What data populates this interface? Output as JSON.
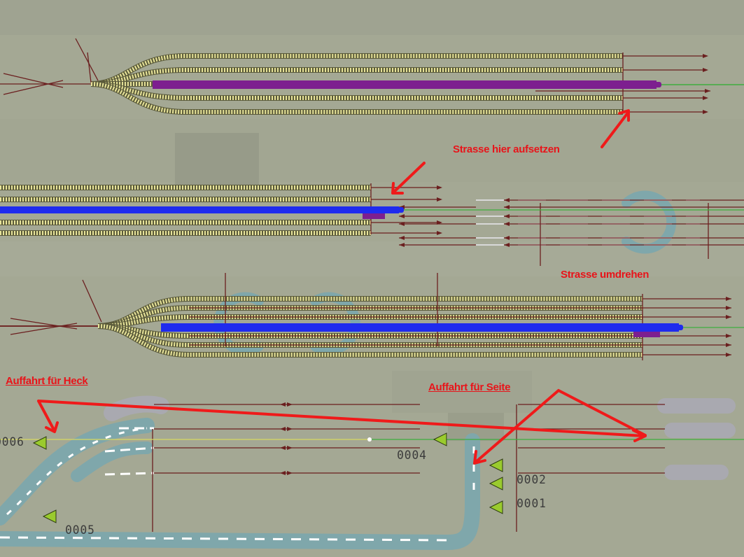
{
  "annotations": {
    "place_road": "Strasse hier aufsetzen",
    "flip_road": "Strasse umdrehen",
    "ramp_rear": "Auffahrt für Heck",
    "ramp_side": "Auffahrt für Seite"
  },
  "markers": [
    "0006",
    "0004",
    "0005",
    "0002",
    "0001"
  ],
  "colors": {
    "background": "#a4a894",
    "track": "#e8e49a",
    "purple_vehicle": "#7d1f8f",
    "blue_vehicle": "#1f2bee",
    "road": "#7fa7ab",
    "annotation": "#e8141a",
    "line": "#6b1f1f",
    "green_line": "#3fae3f"
  }
}
